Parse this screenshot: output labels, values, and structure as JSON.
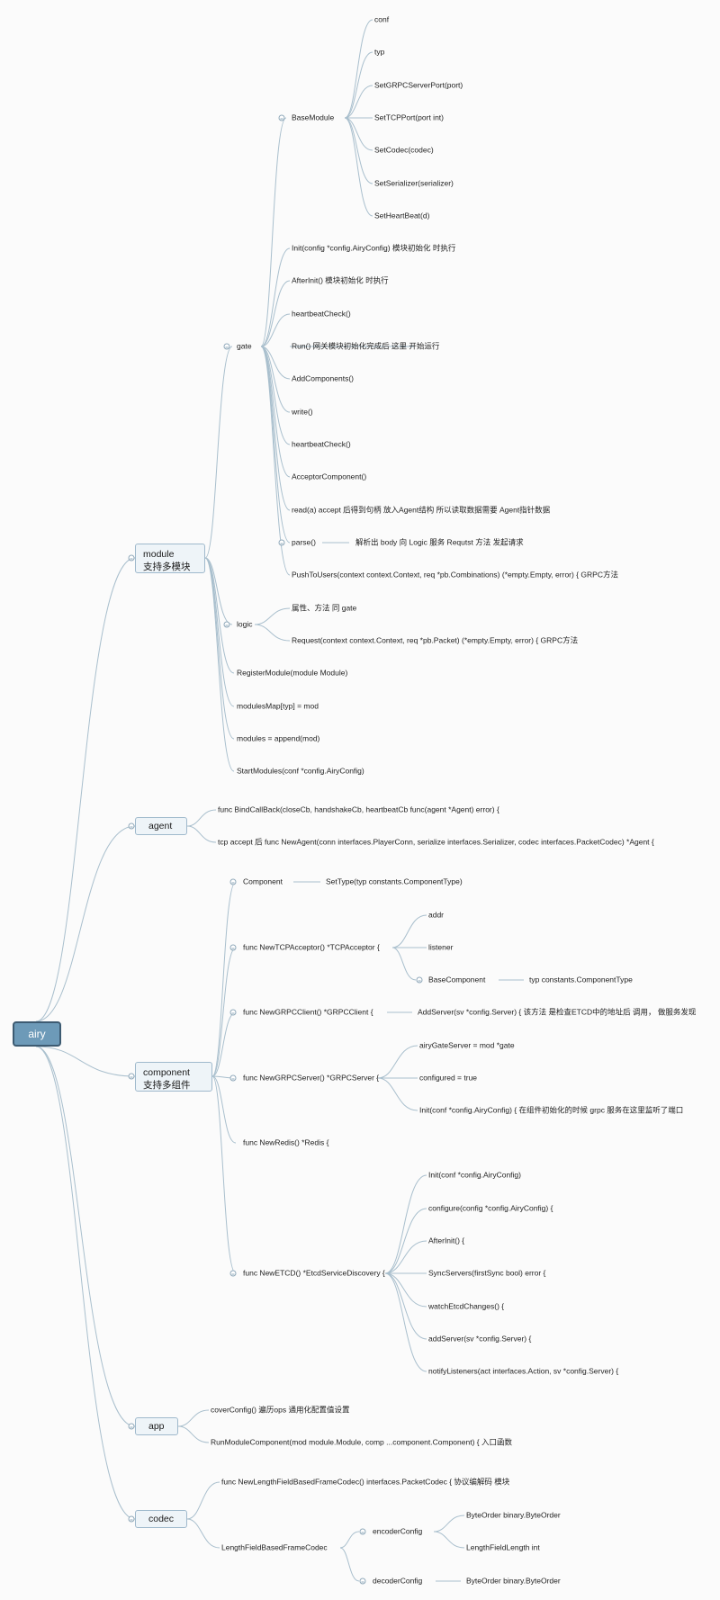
{
  "root": "airy",
  "module": {
    "title": "module",
    "subtitle": "支持多模块",
    "gate": {
      "label": "gate",
      "base_module": {
        "label": "BaseModule",
        "items": [
          "conf",
          "typ",
          "SetGRPCServerPort(port)",
          "SetTCPPort(port int)",
          "SetCodec(codec)",
          "SetSerializer(serializer)",
          "SetHeartBeat(d)"
        ]
      },
      "items": [
        "Init(config *config.AiryConfig) 模块初始化 时执行",
        "AfterInit() 模块初始化 时执行",
        "heartbeatCheck()",
        "Run() 网关模块初始化完成后 这里 开始运行",
        "AddComponents()",
        "write()",
        "heartbeatCheck()",
        "AcceptorComponent()",
        "read(a) accept 后得到句柄 放入Agent结构 所以读取数据需要 Agent指针数据"
      ],
      "parse": {
        "label": "parse()",
        "detail": "解析出 body 向 Logic 服务 Requtst 方法 发起请求"
      },
      "push": "PushToUsers(context context.Context, req *pb.Combinations) (*empty.Empty, error) { GRPC方法"
    },
    "logic": {
      "label": "logic",
      "items": [
        "属性、方法 同 gate",
        "Request(context context.Context, req *pb.Packet) (*empty.Empty, error) { GRPC方法"
      ]
    },
    "items": [
      "RegisterModule(module Module)",
      "modulesMap[typ] = mod",
      "modules = append(mod)",
      "StartModules(conf *config.AiryConfig)"
    ]
  },
  "agent": {
    "title": "agent",
    "items": [
      "func BindCallBack(closeCb, handshakeCb, heartbeatCb func(agent *Agent) error) {",
      "tcp accept 后 func NewAgent(conn interfaces.PlayerConn, serialize interfaces.Serializer, codec interfaces.PacketCodec) *Agent {"
    ]
  },
  "component": {
    "title": "component",
    "subtitle": "支持多组件",
    "comp": {
      "label": "Component",
      "detail": "SetType(typ constants.ComponentType)"
    },
    "tcp": {
      "label": "func NewTCPAcceptor() *TCPAcceptor {",
      "items": [
        "addr",
        "listener"
      ],
      "base": {
        "label": "BaseComponent",
        "detail": "typ constants.ComponentType"
      }
    },
    "grpc_client": {
      "label": "func NewGRPCClient() *GRPCClient {",
      "detail": "AddServer(sv *config.Server) { 该方法 是检查ETCD中的地址后 调用， 做服务发现"
    },
    "grpc_server": {
      "label": "func NewGRPCServer() *GRPCServer {",
      "items": [
        "airyGateServer = mod *gate",
        "configured = true",
        "Init(conf *config.AiryConfig) { 在组件初始化的时候 grpc 服务在这里监听了端口"
      ]
    },
    "redis": "func NewRedis() *Redis {",
    "etcd": {
      "label": "func NewETCD() *EtcdServiceDiscovery {",
      "items": [
        "Init(conf *config.AiryConfig)",
        "configure(config *config.AiryConfig) {",
        "AfterInit() {",
        "SyncServers(firstSync bool) error {",
        "watchEtcdChanges() {",
        "addServer(sv *config.Server) {",
        "notifyListeners(act interfaces.Action, sv *config.Server) {"
      ]
    }
  },
  "app": {
    "title": "app",
    "items": [
      "coverConfig() 遍历ops 通用化配置值设置",
      "RunModuleComponent(mod module.Module, comp ...component.Component) { 入口函数"
    ]
  },
  "codec": {
    "title": "codec",
    "func_label": "func NewLengthFieldBasedFrameCodec() interfaces.PacketCodec { 协议编解码 模块",
    "lfb": {
      "label": "LengthFieldBasedFrameCodec",
      "encoder": {
        "label": "encoderConfig",
        "items": [
          "ByteOrder binary.ByteOrder",
          "LengthFieldLength int"
        ]
      },
      "decoder": {
        "label": "decoderConfig",
        "detail": "ByteOrder binary.ByteOrder"
      }
    }
  },
  "colors": {
    "line": "#a9bfcd",
    "root_fill": "#6d9ab8",
    "box_fill": "#eef4f8"
  }
}
